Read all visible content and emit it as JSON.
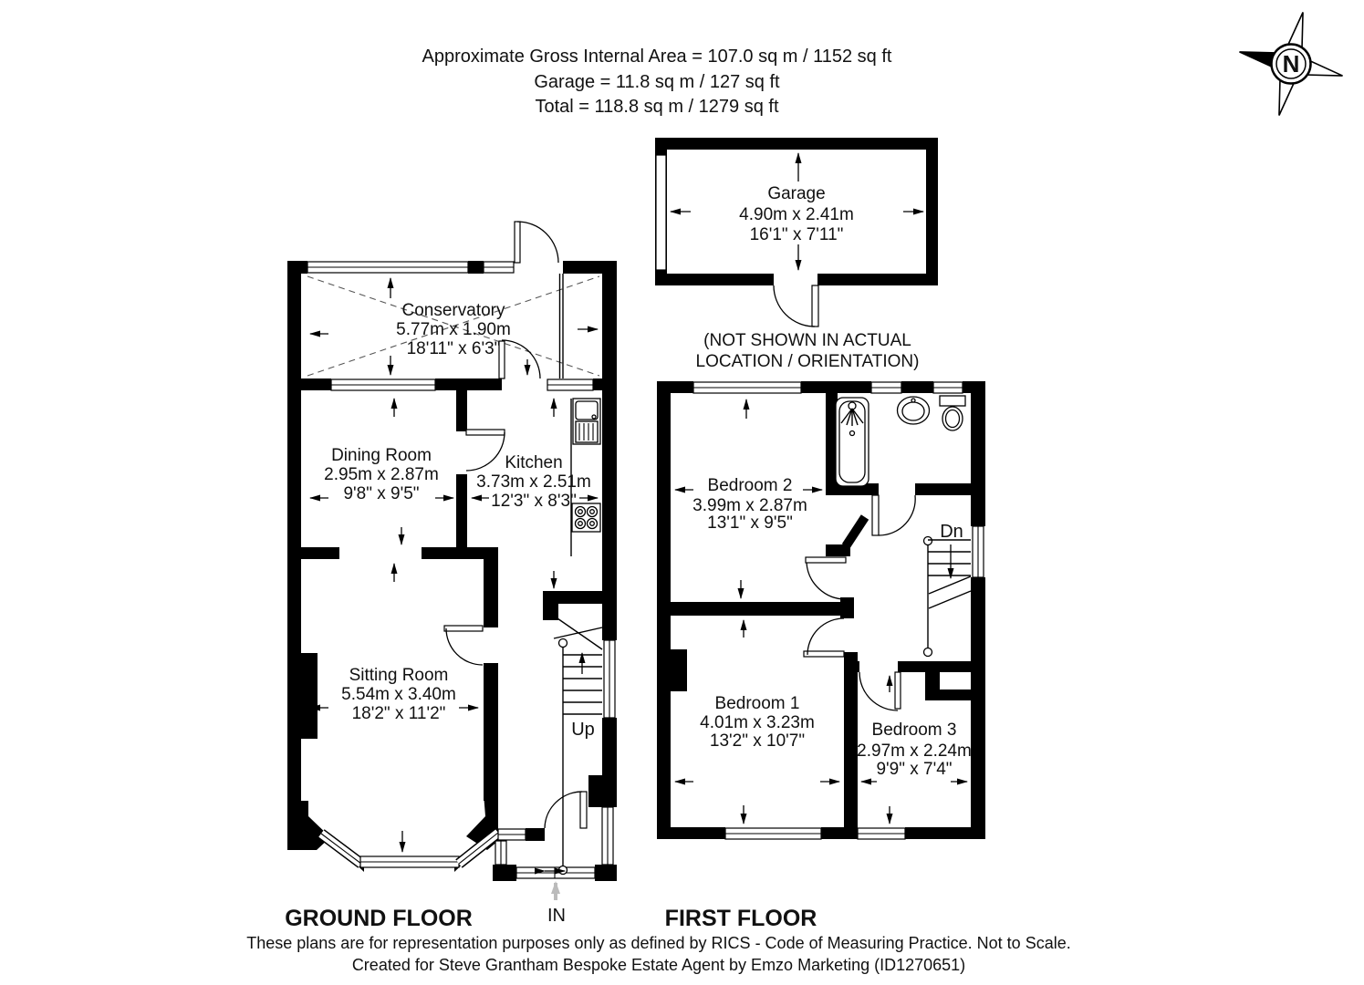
{
  "header": {
    "line1": "Approximate Gross Internal Area = 107.0 sq m / 1152 sq ft",
    "line2": "Garage = 11.8 sq m / 127 sq ft",
    "line3": "Total = 118.8 sq m / 1279 sq ft"
  },
  "compass": {
    "north_label": "N"
  },
  "garage": {
    "name": "Garage",
    "size_metric": "4.90m x 2.41m",
    "size_imperial": "16'1\" x 7'11\"",
    "note_line1": "(NOT SHOWN IN ACTUAL",
    "note_line2": "LOCATION / ORIENTATION)"
  },
  "ground_floor": {
    "title": "GROUND FLOOR",
    "entrance_label": "IN",
    "stairs_label": "Up",
    "rooms": {
      "conservatory": {
        "name": "Conservatory",
        "size_metric": "5.77m x 1.90m",
        "size_imperial": "18'11\" x 6'3\""
      },
      "dining_room": {
        "name": "Dining Room",
        "size_metric": "2.95m x 2.87m",
        "size_imperial": "9'8\" x 9'5\""
      },
      "kitchen": {
        "name": "Kitchen",
        "size_metric": "3.73m x 2.51m",
        "size_imperial": "12'3\" x 8'3\""
      },
      "sitting_room": {
        "name": "Sitting Room",
        "size_metric": "5.54m x 3.40m",
        "size_imperial": "18'2\" x 11'2\""
      }
    }
  },
  "first_floor": {
    "title": "FIRST FLOOR",
    "stairs_label": "Dn",
    "rooms": {
      "bedroom1": {
        "name": "Bedroom 1",
        "size_metric": "4.01m x 3.23m",
        "size_imperial": "13'2\" x 10'7\""
      },
      "bedroom2": {
        "name": "Bedroom 2",
        "size_metric": "3.99m x 2.87m",
        "size_imperial": "13'1\" x 9'5\""
      },
      "bedroom3": {
        "name": "Bedroom 3",
        "size_metric": "2.97m x 2.24m",
        "size_imperial": "9'9\" x 7'4\""
      }
    }
  },
  "footer": {
    "disclaimer": "These plans are for representation purposes only as defined by RICS - Code of Measuring Practice. Not to Scale.",
    "credit": "Created for Steve Grantham Bespoke Estate Agent by Emzo Marketing (ID1270651)"
  },
  "colors": {
    "wall": "#000000",
    "background": "#ffffff",
    "entrance_arrow": "#bbbbbb"
  }
}
